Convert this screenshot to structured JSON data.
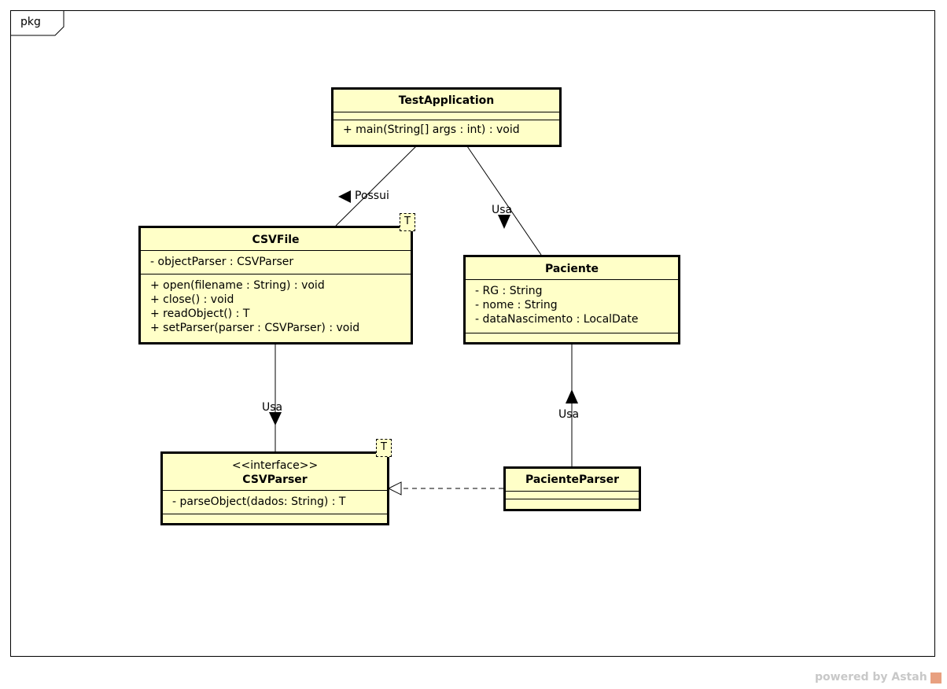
{
  "package": {
    "label": "pkg"
  },
  "classes": {
    "test_application": {
      "name": "TestApplication",
      "attributes": [],
      "operations": [
        "+ main(String[] args : int) : void"
      ]
    },
    "csv_file": {
      "name": "CSVFile",
      "template_param": "T",
      "attributes": [
        "- objectParser : CSVParser"
      ],
      "operations": [
        "+ open(filename : String) : void",
        "+ close() : void",
        "+ readObject() : T",
        "+ setParser(parser : CSVParser) : void"
      ]
    },
    "paciente": {
      "name": "Paciente",
      "attributes": [
        "- RG : String",
        "- nome : String",
        "- dataNascimento : LocalDate"
      ],
      "operations": []
    },
    "csv_parser": {
      "stereotype": "<<interface>>",
      "name": "CSVParser",
      "template_param": "T",
      "operations": [
        "- parseObject(dados: String) : T"
      ]
    },
    "paciente_parser": {
      "name": "PacienteParser",
      "attributes": [],
      "operations": []
    }
  },
  "associations": {
    "possui": "Possui",
    "usa_paciente": "Usa",
    "usa_csvparser": "Usa",
    "usa_parser_paciente": "Usa"
  },
  "watermark": "powered by Astah"
}
